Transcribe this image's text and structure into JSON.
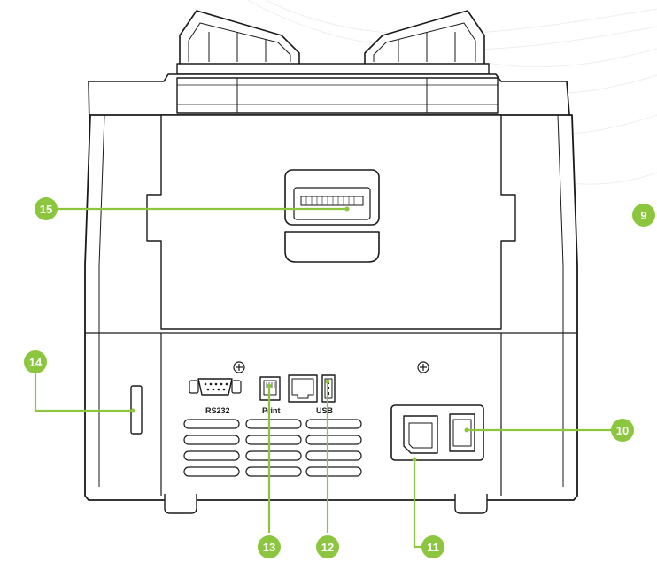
{
  "diagram": {
    "ports": {
      "rs232": "RS232",
      "print": "Print",
      "usb": "USB"
    },
    "callouts": [
      "9",
      "10",
      "11",
      "12",
      "13",
      "14",
      "15"
    ],
    "colors": {
      "callout": "#8cc63f",
      "outline": "#1a1a1a",
      "background": "#ffffff"
    }
  }
}
